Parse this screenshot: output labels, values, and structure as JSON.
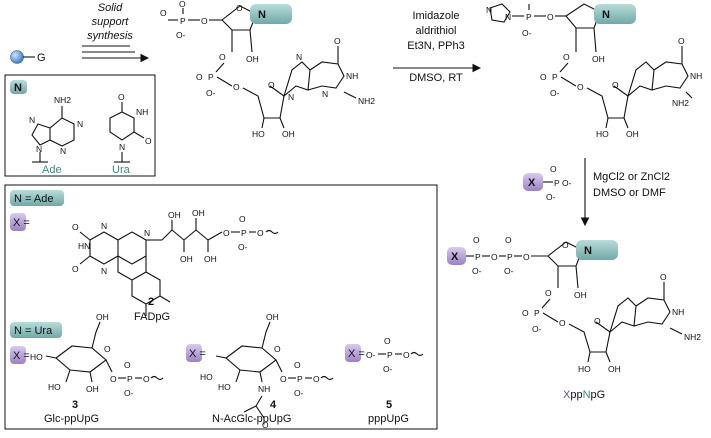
{
  "conditions": {
    "solid_support_line1": "Solid",
    "solid_support_line2": "support",
    "solid_support_line3": "synthesis",
    "step2_line1": "Imidazole",
    "step2_line2": "aldrithiol",
    "step2_line3": "Et3N, PPh3",
    "step2_line4": "DMSO, RT",
    "step3_line1": "MgCl2 or ZnCl2",
    "step3_line2": "DMSO or DMF"
  },
  "bead_label": "G",
  "nucleobase_tag": "N",
  "substituent_tag": "X",
  "bases": {
    "ade_label": "Ade",
    "ura_label": "Ura",
    "nh2": "NH2",
    "o": "O",
    "n": "N",
    "nh": "NH",
    "hn": "HN"
  },
  "intermediate_atoms": {
    "o": "O",
    "p": "P",
    "o_minus": "O-",
    "oh": "OH",
    "ho": "HO",
    "nh": "NH",
    "nh2": "NH2",
    "n": "N"
  },
  "legend": {
    "n_ade": "N = Ade",
    "n_ura": "N = Ura",
    "x_eq": "X ="
  },
  "compounds": [
    {
      "number": "2",
      "name": "FADpG"
    },
    {
      "number": "3",
      "name": "Glc-ppUpG"
    },
    {
      "number": "4",
      "name": "N-AcGlc-ppUpG"
    },
    {
      "number": "5",
      "name": "pppUpG"
    }
  ],
  "product": {
    "x": "X",
    "pp": "pp",
    "n": "N",
    "pg": "pG"
  },
  "colors": {
    "teal_tag": "#8fc1bf",
    "teal_text": "#3a8a86",
    "purple_tag": "#b9a6d6",
    "purple_text": "#6b4aa0",
    "bead": "#4a90d9"
  }
}
